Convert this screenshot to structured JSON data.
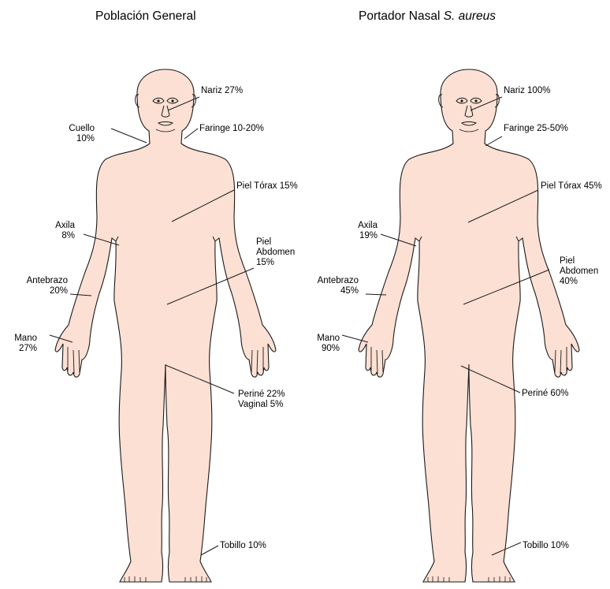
{
  "titles": {
    "left": "Población General",
    "right_prefix": "Portador Nasal ",
    "right_italic": "S. aureus"
  },
  "colors": {
    "skin": "#fde0d4",
    "outline": "#1a1a1a",
    "leader": "#1a1a1a"
  },
  "left_figure": {
    "nariz": "Nariz 27%",
    "cuello_1": "Cuello",
    "cuello_2": "10%",
    "faringe": "Faringe 10-20%",
    "piel_torax": "Piel Tórax 15%",
    "axila_1": "Axila",
    "axila_2": "8%",
    "piel_abd_1": "Piel",
    "piel_abd_2": "Abdomen",
    "piel_abd_3": "15%",
    "antebrazo_1": "Antebrazo",
    "antebrazo_2": "20%",
    "mano_1": "Mano",
    "mano_2": "27%",
    "perine": "Periné 22%",
    "vaginal": "Vaginal 5%",
    "tobillo": "Tobillo 10%"
  },
  "right_figure": {
    "nariz": "Nariz 100%",
    "faringe": "Faringe 25-50%",
    "piel_torax": "Piel Tórax 45%",
    "axila_1": "Axila",
    "axila_2": "19%",
    "piel_abd_1": "Piel",
    "piel_abd_2": "Abdomen",
    "piel_abd_3": "40%",
    "antebrazo_1": "Antebrazo",
    "antebrazo_2": "45%",
    "mano_1": "Mano",
    "mano_2": "90%",
    "perine": "Periné 60%",
    "tobillo": "Tobillo 10%"
  }
}
